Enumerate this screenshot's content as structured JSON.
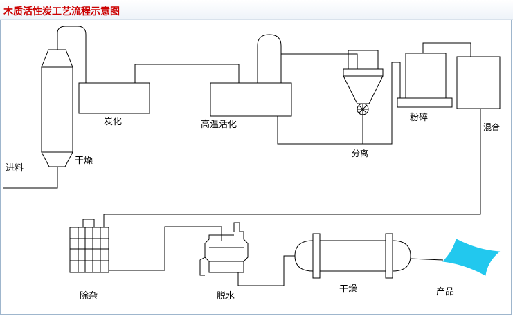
{
  "title": "木质活性炭工艺流程示意图",
  "labels": {
    "feed": "进料",
    "dryer_top": "干燥",
    "carbonization": "炭化",
    "high_temp_activation": "高温活化",
    "separation": "分离",
    "crushing": "粉碎",
    "mixing": "混合",
    "impurity_removal": "除杂",
    "dewatering": "脱水",
    "dryer_bottom": "干燥",
    "product": "产品"
  },
  "colors": {
    "title": "#cc0000",
    "line": "#000000",
    "product_fill": "#22c8ee"
  }
}
